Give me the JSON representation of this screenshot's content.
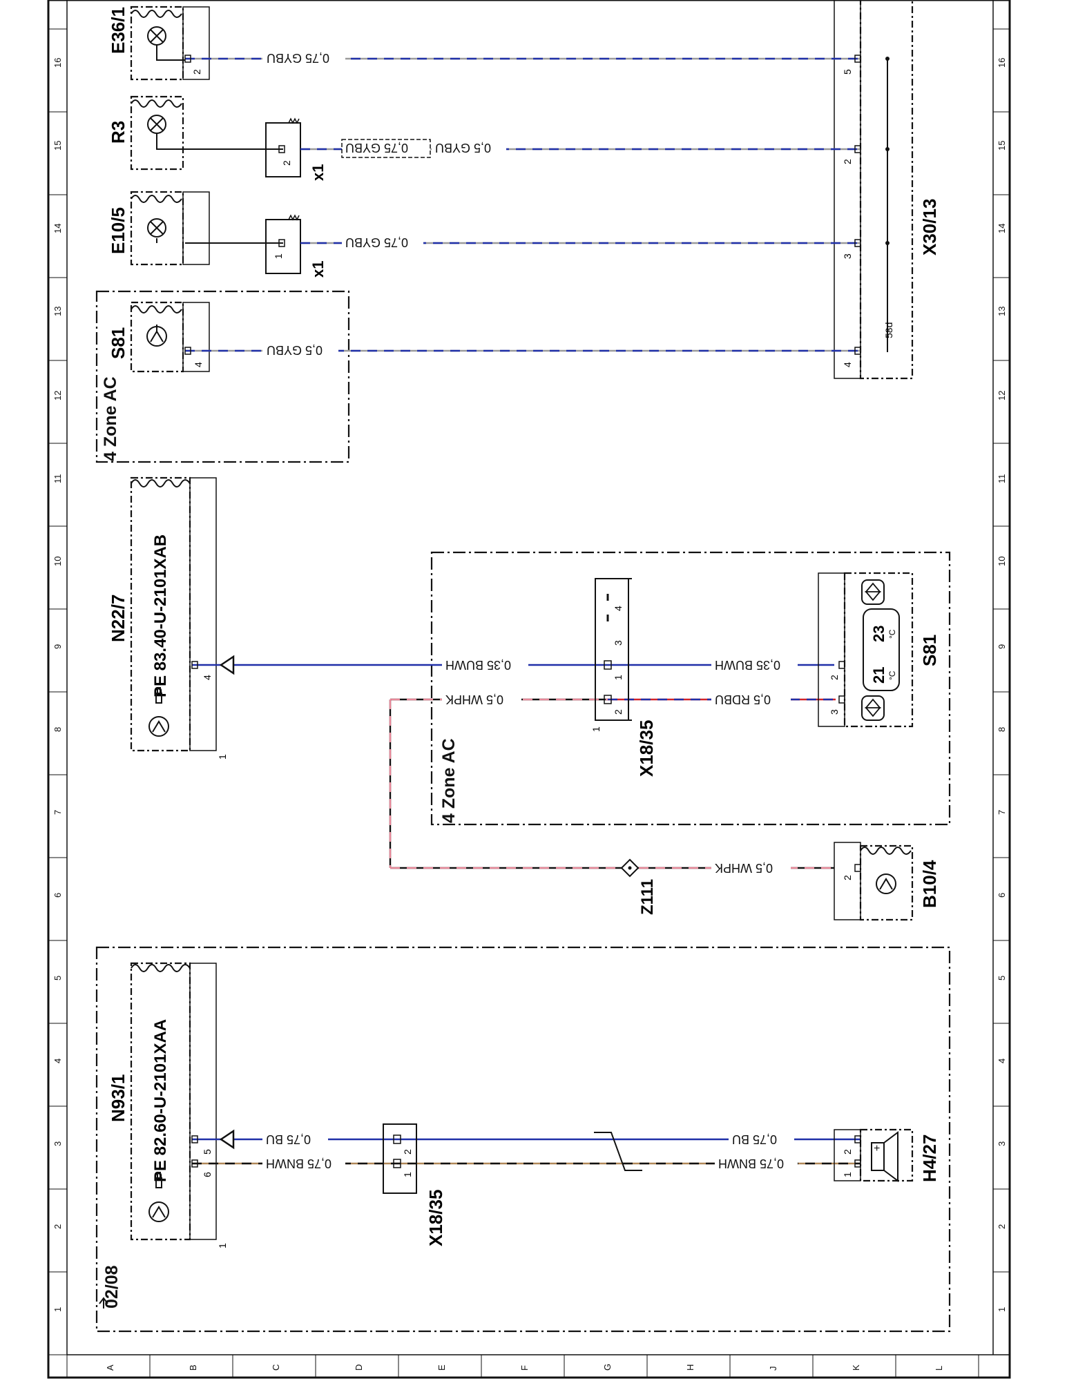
{
  "border": {
    "col_numbers": [
      "1",
      "2",
      "3",
      "4",
      "5",
      "6",
      "7",
      "8",
      "9",
      "10",
      "11",
      "12",
      "13",
      "14",
      "15",
      "16"
    ],
    "row_letters": [
      "A",
      "B",
      "C",
      "D",
      "E",
      "F",
      "G",
      "H",
      "J",
      "K",
      "L"
    ]
  },
  "revision": "02/08",
  "components": {
    "E36_1": "E36/1",
    "R3": "R3",
    "E10_5": "E10/5",
    "S81_top": "S81",
    "X30_13": "X30/13",
    "N22_7": "N22/7",
    "N22_7_pe": "PE 83.40-U-2101XAB",
    "X18_35_mid": "X18/35",
    "S81_mid": "S81",
    "B10_4": "B10/4",
    "Z111": "Z111",
    "N93_1": "N93/1",
    "N93_1_pe": "PE 82.60-U-2101XAA",
    "X18_35_bot": "X18/35",
    "H4_27": "H4/27",
    "x1_a": "x1",
    "x1_b": "x1"
  },
  "zones": {
    "zone_top": "4 Zone AC",
    "zone_mid": "4 Zone AC"
  },
  "wires": {
    "w_e36": "0,75 GYBU",
    "w_r3_a": "0,5 GYBU",
    "w_r3_b": "0,75 GYBU",
    "w_e10": "0,75 GYBU",
    "w_s81": "0,5 GYBU",
    "w_n22": "0,35 BUWH",
    "w_s81m_1": "0,35 BUWH",
    "w_whpk": "0,5 WHPK",
    "w_rdbu": "0,5 RDBU",
    "w_b10": "0,5 WHPK",
    "w_bu_1": "0,75 BU",
    "w_bu_2": "0,75 BU",
    "w_bnwh_1": "0,75 BNWH",
    "w_bnwh_2": "0,75 BNWH"
  },
  "pins": {
    "p_e36": "2",
    "p_r3": "2",
    "p_e10": "1",
    "p_s81": "4",
    "p_x30_5": "5",
    "p_x30_2": "2",
    "p_x30_3": "3",
    "p_x30_4": "4",
    "p_58d": "58d",
    "p_n22_4": "4",
    "p_n22_1": "1",
    "p_x18m_1": "1",
    "p_x18m_2": "2",
    "p_x18m_3": "3",
    "p_x18m_4": "4",
    "p_x18m_1b": "1",
    "p_s81m_2": "2",
    "p_s81m_3": "3",
    "p_b10_2": "2",
    "p_n93_5": "5",
    "p_n93_6": "6",
    "p_n93_1": "1",
    "p_x18b_2": "2",
    "p_x18b_1": "1",
    "p_h4_2": "2",
    "p_h4_1": "1",
    "temp_21": "21",
    "temp_23": "23",
    "deg_c": "°C"
  },
  "colors": {
    "wire_blue": "#1f2fa8",
    "wire_gray": "#9a9a9a",
    "wire_pink": "#e8899a",
    "wire_red": "#d1242a",
    "wire_brown": "#b08858",
    "ink": "#111111"
  }
}
